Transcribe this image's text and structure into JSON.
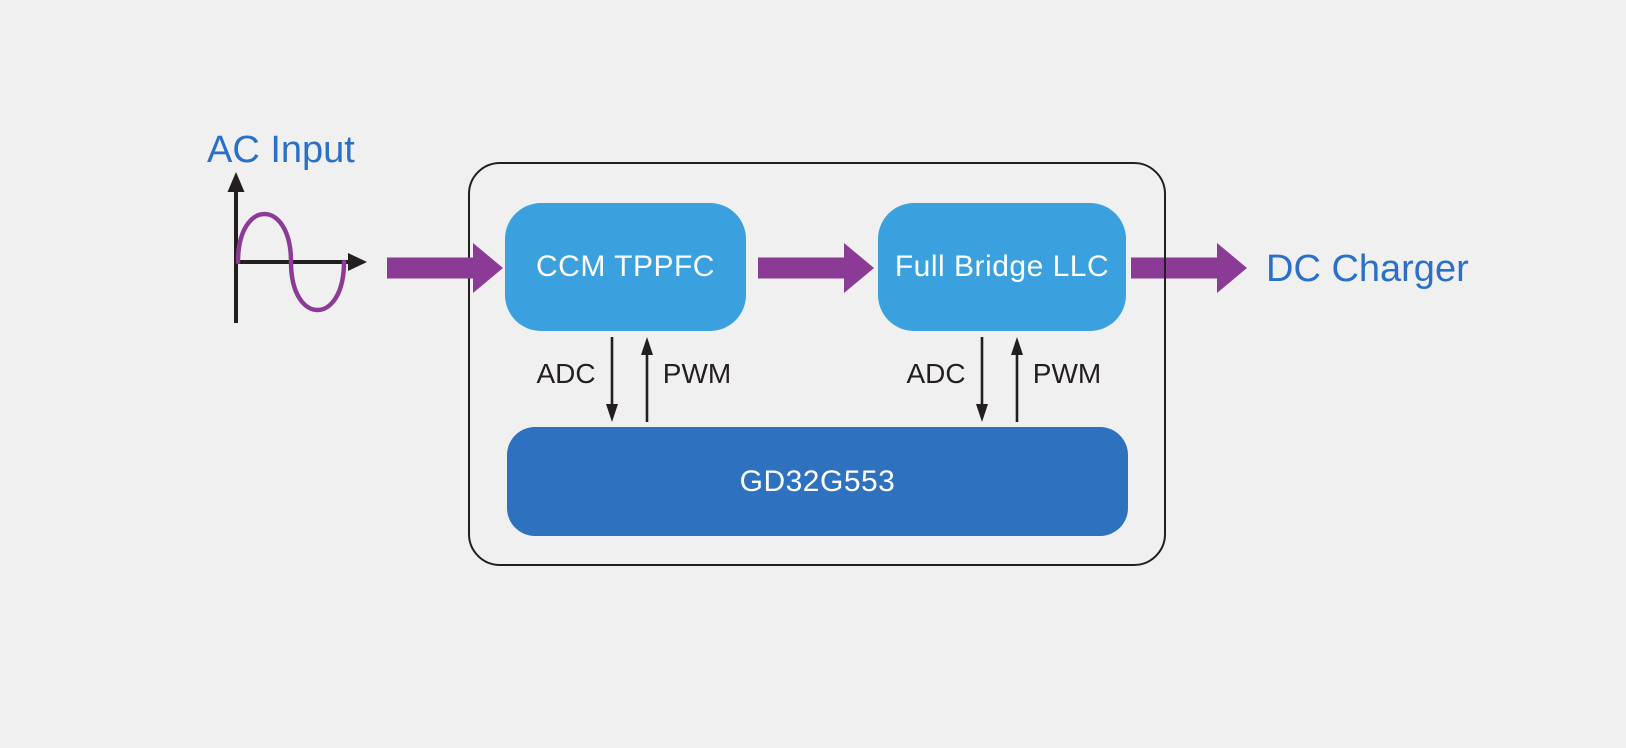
{
  "colors": {
    "bg": "#f0f0f0",
    "light-blue": "#3aa1de",
    "dark-blue": "#2e72bf",
    "purple": "#8b3b96",
    "label-blue": "#2b70c8",
    "ink": "#241f1f",
    "node-text": "#ffffff"
  },
  "labels": {
    "ac_input": "AC Input",
    "dc_charger": "DC Charger"
  },
  "nodes": {
    "pfc": "CCM TPPFC",
    "llc": "Full Bridge LLC",
    "mcu": "GD32G553"
  },
  "signals": {
    "adc": "ADC",
    "pwm": "PWM"
  },
  "icons": {
    "sine": "ac-sine-wave-icon",
    "flow_arrow": "purple-flow-arrow-icon",
    "down_arrow": "adc-down-arrow-icon",
    "up_arrow": "pwm-up-arrow-icon"
  },
  "diagram": {
    "flow": [
      "AC Input",
      "CCM TPPFC",
      "Full Bridge LLC",
      "DC Charger"
    ],
    "control_links": [
      {
        "stage": "CCM TPPFC",
        "controller": "GD32G553",
        "to_controller": "ADC",
        "from_controller": "PWM"
      },
      {
        "stage": "Full Bridge LLC",
        "controller": "GD32G553",
        "to_controller": "ADC",
        "from_controller": "PWM"
      }
    ]
  }
}
